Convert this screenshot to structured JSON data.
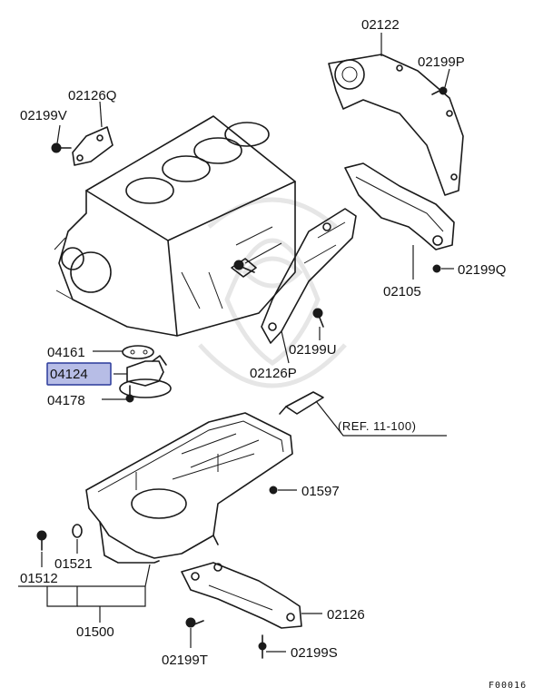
{
  "labels": {
    "p02122": "02122",
    "p02199P": "02199P",
    "p02126Q": "02126Q",
    "p02199V": "02199V",
    "p02199Q": "02199Q",
    "p02105": "02105",
    "p02199U": "02199U",
    "p02126P": "02126P",
    "p04161": "04161",
    "p04124": "04124",
    "p04178": "04178",
    "ref": "(REF. 11-100)",
    "p01597": "01597",
    "p01521": "01521",
    "p01512": "01512",
    "p01500": "01500",
    "p02126": "02126",
    "p02199T": "02199T",
    "p02199S": "02199S"
  },
  "figure_code": "F00016",
  "highlight_color": "#b7bde6"
}
